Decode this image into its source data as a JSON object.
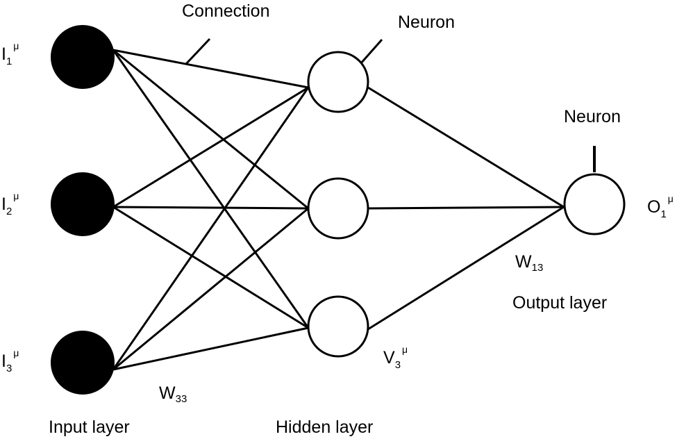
{
  "colors": {
    "stroke": "#000000",
    "input_fill": "#000000",
    "neuron_fill": "#ffffff",
    "background": "#ffffff"
  },
  "labels": {
    "connection": "Connection",
    "hidden_neuron": "Neuron",
    "output_neuron": "Neuron",
    "input_layer": "Input layer",
    "hidden_layer": "Hidden layer",
    "output_layer": "Output layer"
  },
  "inputs": [
    {
      "symbol": "I",
      "sub": "1",
      "sup": "μ"
    },
    {
      "symbol": "I",
      "sub": "2",
      "sup": "μ"
    },
    {
      "symbol": "I",
      "sub": "3",
      "sup": "μ"
    }
  ],
  "output": {
    "symbol": "O",
    "sub": "1",
    "sup": "μ"
  },
  "hidden_value": {
    "symbol": "V",
    "sub": "3",
    "sup": "μ"
  },
  "weights": {
    "w33": {
      "symbol": "W",
      "sub": "33"
    },
    "w13": {
      "symbol": "W",
      "sub": "13"
    }
  }
}
